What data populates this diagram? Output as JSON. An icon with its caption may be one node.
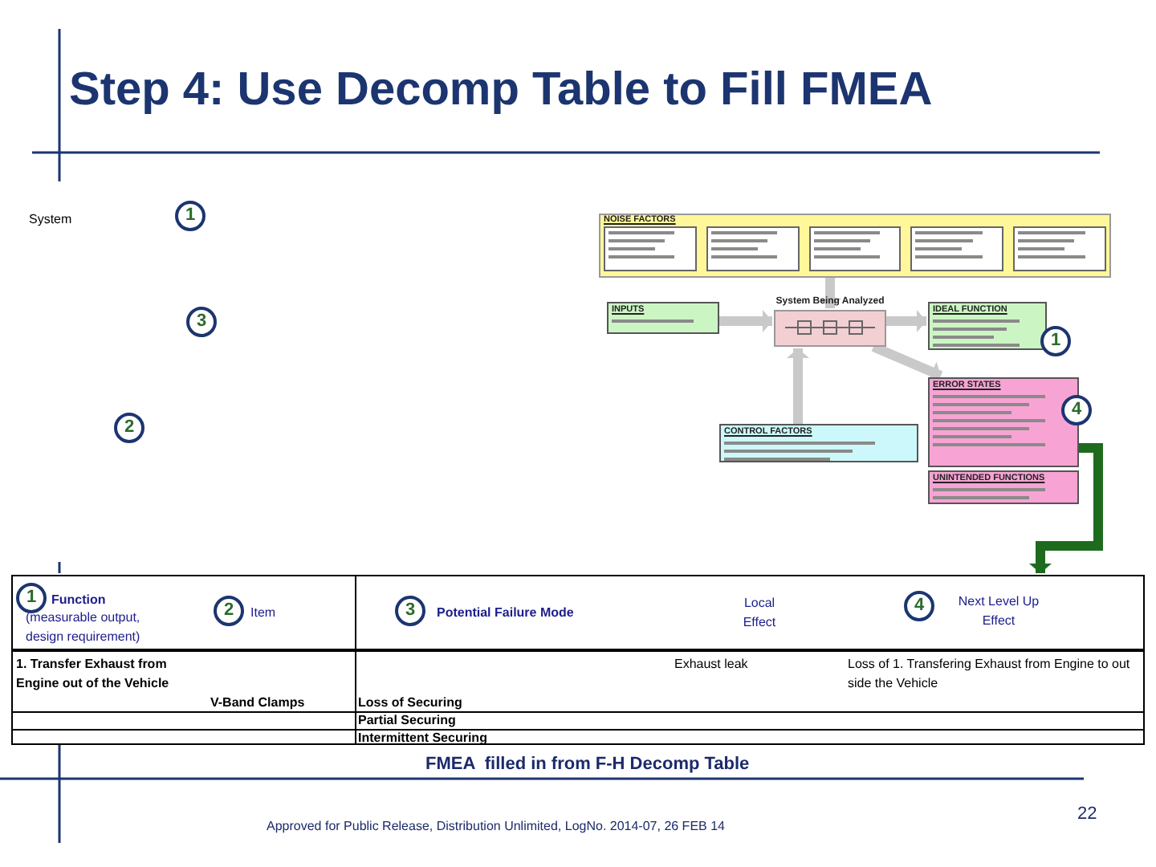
{
  "diagram": {
    "title": "Step 4: Use Decomp Table to Fill FMEA",
    "caption": "FMEA  filled in from F-H Decomp Table",
    "nodes": [
      {
        "text": [
          "1"
        ]
      },
      {
        "text": [
          "3"
        ]
      },
      {
        "text": [
          "2"
        ]
      },
      {
        "text": [
          "NOISE FACTORS"
        ]
      },
      {
        "text": [
          "INPUTS"
        ]
      },
      {
        "text": [
          "System Being Analyzed"
        ]
      },
      {
        "text": [
          "IDEAL FUNCTION"
        ]
      },
      {
        "text": [
          "1"
        ]
      },
      {
        "text": [
          "ERROR STATES"
        ]
      },
      {
        "text": [
          "4"
        ]
      },
      {
        "text": [
          "CONTROL FACTORS"
        ]
      },
      {
        "text": [
          "UNINTENDED FUNCTIONS"
        ]
      },
      {
        "text": [
          "1"
        ],
        "beside": [
          "Function"
        ]
      },
      {
        "text": [
          "2"
        ],
        "beside": [
          "Item"
        ]
      },
      {
        "text": [
          "3"
        ],
        "beside": [
          "Potential Failure Mode"
        ]
      },
      {
        "text": [
          "Next Level Up Effect"
        ]
      },
      {
        "text": [
          "4"
        ],
        "in": 15
      }
    ],
    "edges": [
      {
        "from": 3,
        "to": 5,
        "arrow": "to"
      },
      {
        "from": 4,
        "to": 5,
        "arrow": "to"
      },
      {
        "from": 5,
        "to": 6,
        "arrow": "to"
      },
      {
        "from": 5,
        "to": 8,
        "arrow": "to"
      },
      {
        "from": 10,
        "to": 5,
        "arrow": "to"
      },
      {
        "from": 8,
        "to": 15,
        "arrow": "to",
        "color": "#1e6b1e"
      }
    ],
    "labels": [
      "System",
      "(measurable output, design requirement)",
      "Local Effect",
      "1. Transfer Exhaust from Engine out of the Vehicle",
      "V-Band Clamps",
      "Loss of Securing",
      "Exhaust leak",
      "Loss of 1. Transfering Exhaust from Engine to out side the Vehicle",
      "Partial Securing",
      "Intermittent Securing",
      "Approved for Public Release, Distribution Unlimited, LogNo. 2014-07, 26 FEB 14",
      "22"
    ]
  }
}
